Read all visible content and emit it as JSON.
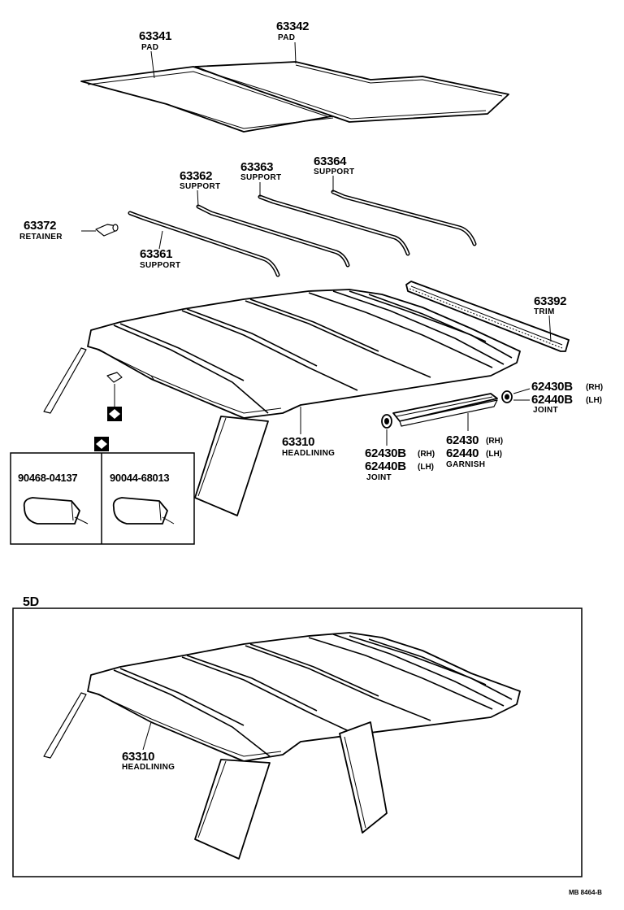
{
  "parts": {
    "p63341": {
      "number": "63341",
      "name": "PAD"
    },
    "p63342": {
      "number": "63342",
      "name": "PAD"
    },
    "p63362": {
      "number": "63362",
      "name": "SUPPORT"
    },
    "p63363": {
      "number": "63363",
      "name": "SUPPORT"
    },
    "p63364": {
      "number": "63364",
      "name": "SUPPORT"
    },
    "p63372": {
      "number": "63372",
      "name": "RETAINER"
    },
    "p63361": {
      "number": "63361",
      "name": "SUPPORT"
    },
    "p63392": {
      "number": "63392",
      "name": "TRIM"
    },
    "p63310": {
      "number": "63310",
      "name": "HEADLINING"
    },
    "joint_right": {
      "number_a": "62430B",
      "suffix_a": "(RH)",
      "number_b": "62440B",
      "suffix_b": "(LH)",
      "name": "JOINT"
    },
    "garnish": {
      "number_a": "62430",
      "suffix_a": "(RH)",
      "number_b": "62440",
      "suffix_b": "(LH)",
      "name": "GARNISH"
    },
    "joint_left": {
      "number_a": "62430B",
      "suffix_a": "(RH)",
      "number_b": "62440B",
      "suffix_b": "(LH)",
      "name": "JOINT"
    }
  },
  "clip_box": {
    "symbol": "◆",
    "items": [
      "90468-04137",
      "90044-68013"
    ]
  },
  "variant": {
    "label": "5D",
    "part_number": "63310",
    "part_name": "HEADLINING"
  },
  "footer": {
    "code": "MB 8464-B"
  }
}
